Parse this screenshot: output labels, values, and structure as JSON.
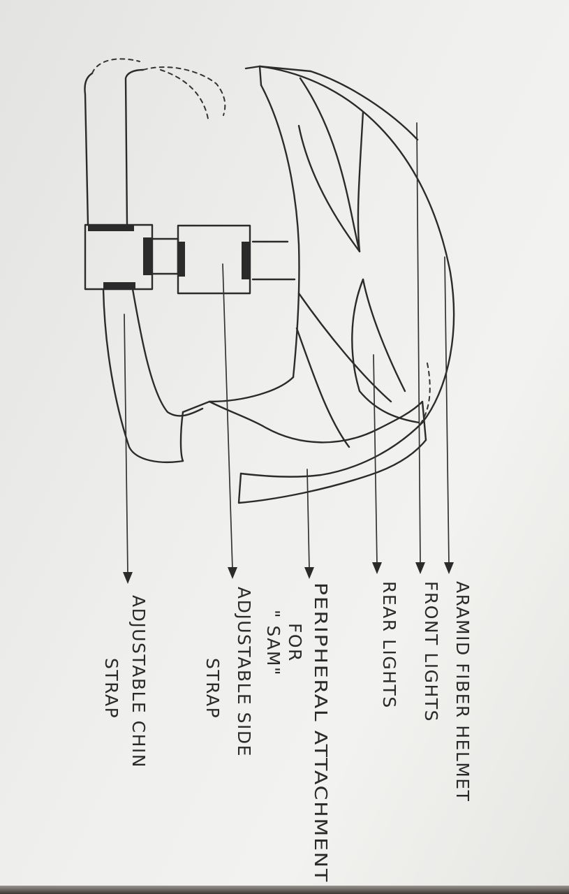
{
  "labels": {
    "aramid": "ARAMID FIBER HELMET",
    "front_lights": "FRONT LIGHTS",
    "rear_lights": "REAR LIGHTS",
    "peripheral_1": "PERIPHERAL ATTACHMENT",
    "peripheral_2": "FOR",
    "peripheral_3": "\" SAM\"",
    "side_strap_1": "ADJUSTABLE SIDE",
    "side_strap_2": "STRAP",
    "chin_strap_1": "ADJUSTABLE CHIN",
    "chin_strap_2": "STRAP"
  }
}
